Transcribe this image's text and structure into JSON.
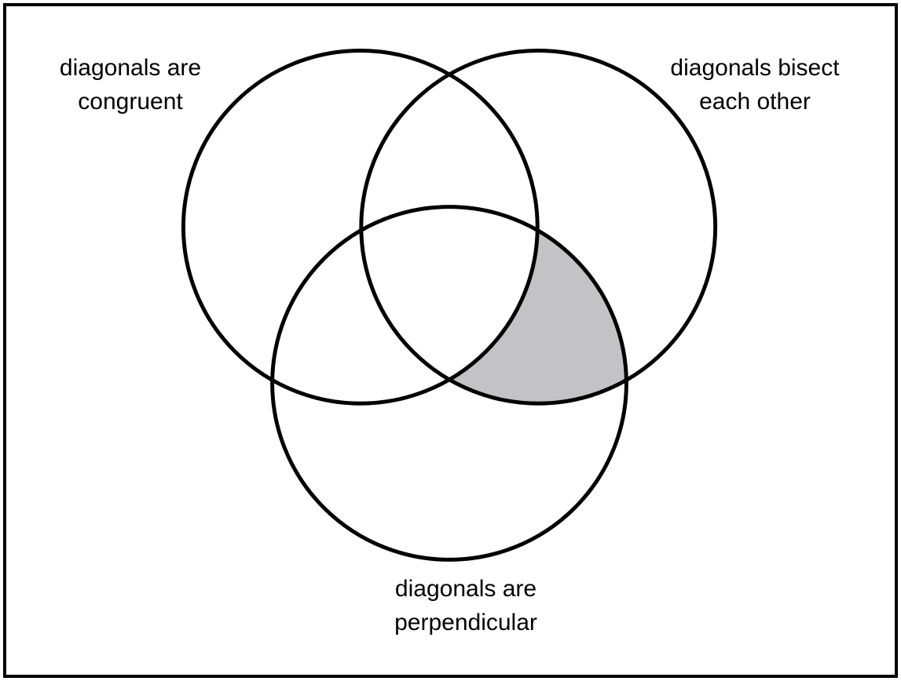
{
  "diagram": {
    "labels": {
      "top_left": "diagonals are\ncongruent",
      "top_right": "diagonals bisect\neach other",
      "bottom": "diagonals are\nperpendicular"
    },
    "colors": {
      "shaded_fill": "#c3c3c6",
      "outline": "#000000",
      "background": "#ffffff"
    }
  }
}
